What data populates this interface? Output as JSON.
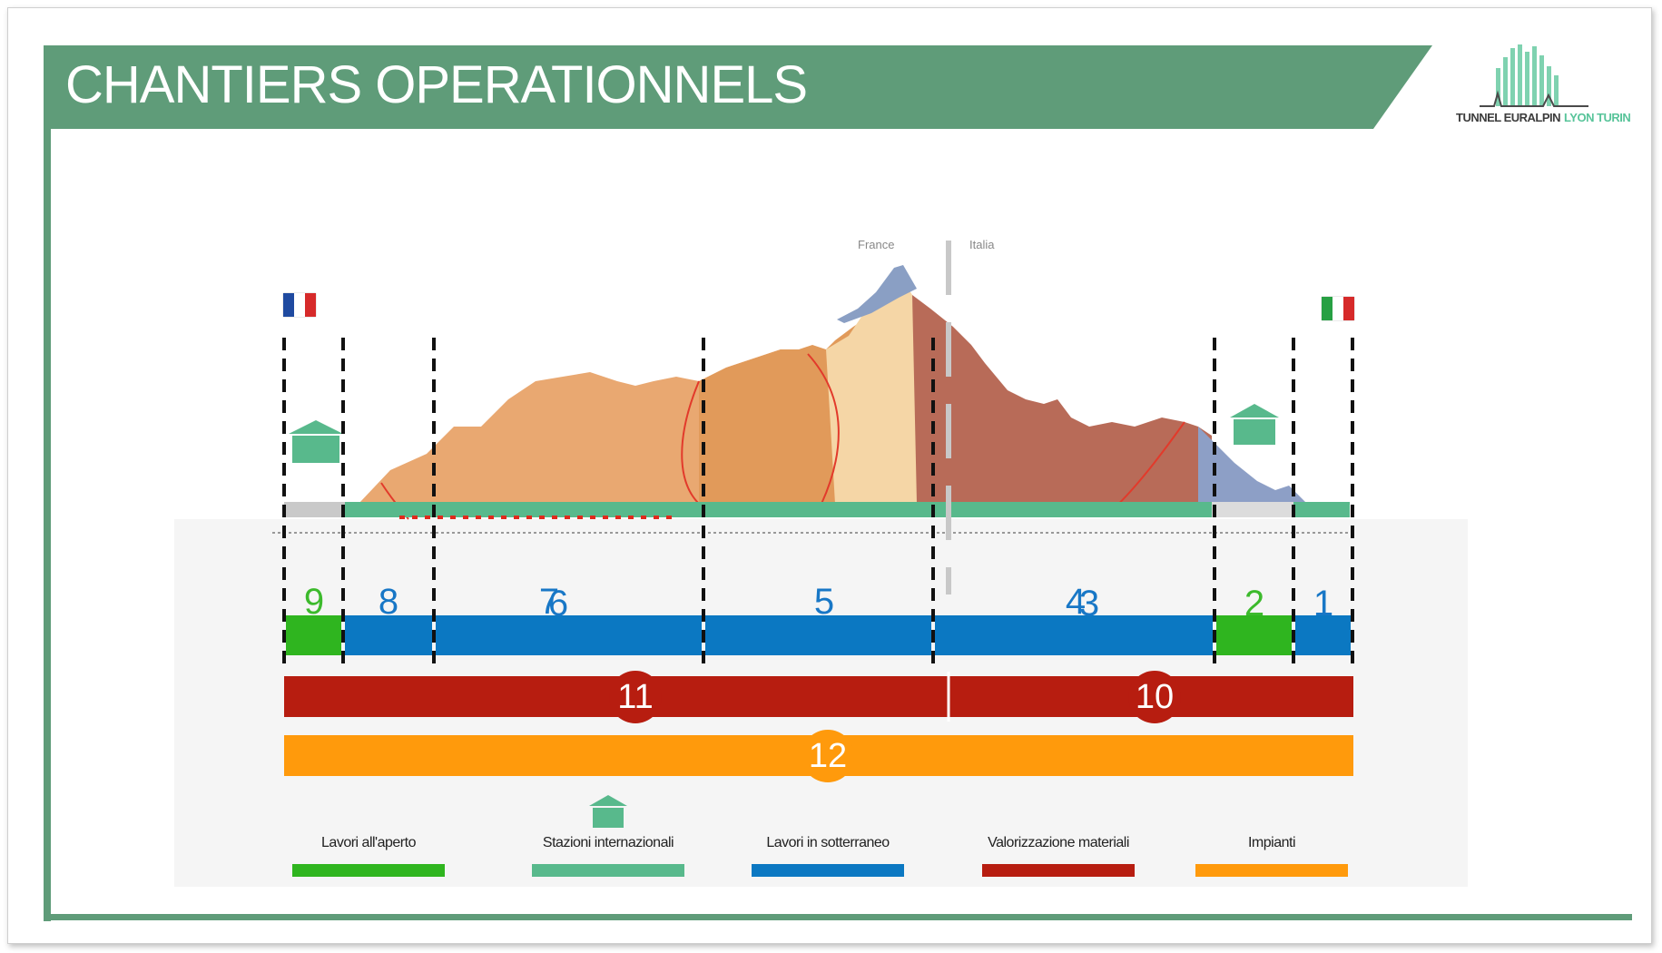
{
  "slide": {
    "title": "CHANTIERS OPERATIONNELS",
    "banner_color": "#5f9c79"
  },
  "logo": {
    "name": "TUNNEL EURALPIN",
    "accent_text": "LYON TURIN",
    "accent_color": "#58c49a"
  },
  "border": {
    "left_label": "France",
    "right_label": "Italia"
  },
  "flags": {
    "left": "france-flag",
    "right": "italy-flag"
  },
  "segments": [
    {
      "id": "9",
      "type": "open-air",
      "color": "#2fb51f"
    },
    {
      "id": "8",
      "type": "underground",
      "color": "#0b78c2"
    },
    {
      "id": "7",
      "type": "underground",
      "color": "#0b78c2",
      "overlap": "6"
    },
    {
      "id": "5",
      "type": "underground",
      "color": "#0b78c2"
    },
    {
      "id": "4",
      "type": "underground",
      "color": "#0b78c2",
      "overlap": "3"
    },
    {
      "id": "2",
      "type": "open-air",
      "color": "#2fb51f"
    },
    {
      "id": "1",
      "type": "underground",
      "color": "#0b78c2"
    }
  ],
  "labels": {
    "seg9": "9",
    "seg8": "8",
    "seg7": "7",
    "seg6": "6",
    "seg5": "5",
    "seg4": "4",
    "seg3": "3",
    "seg2": "2",
    "seg1": "1",
    "seg11": "11",
    "seg10": "10",
    "seg12": "12"
  },
  "materials": [
    {
      "id": "11",
      "color": "#b71d10"
    },
    {
      "id": "10",
      "color": "#b71d10"
    }
  ],
  "systems": {
    "id": "12",
    "color": "#ff9a0c"
  },
  "legend": [
    {
      "label": "Lavori all'aperto",
      "color": "#2fb51f",
      "icon": ""
    },
    {
      "label": "Stazioni internazionali",
      "color": "#58b98c",
      "icon": "station-icon"
    },
    {
      "label": "Lavori in sotterraneo",
      "color": "#0b78c2",
      "icon": ""
    },
    {
      "label": "Valorizzazione materiali",
      "color": "#b71d10",
      "icon": ""
    },
    {
      "label": "Impianti",
      "color": "#ff9a0c",
      "icon": ""
    }
  ]
}
